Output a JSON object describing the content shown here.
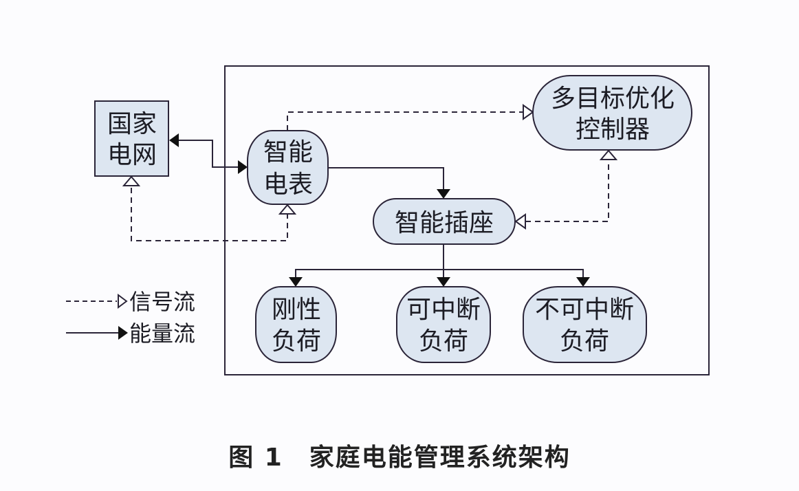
{
  "colors": {
    "node_fill": "#dde6f1",
    "stroke": "#2a2438",
    "background": "#fcfcfe"
  },
  "nodes": {
    "state_grid": {
      "lines": [
        "国家",
        "电网"
      ]
    },
    "smart_meter": {
      "lines": [
        "智能",
        "电表"
      ]
    },
    "controller": {
      "lines": [
        "多目标优化",
        "控制器"
      ]
    },
    "smart_socket": {
      "lines": [
        "智能插座"
      ]
    },
    "rigid_load": {
      "lines": [
        "刚性",
        "负荷"
      ]
    },
    "interruptible_load": {
      "lines": [
        "可中断",
        "负荷"
      ]
    },
    "non_interruptible_load": {
      "lines": [
        "不可中断",
        "负荷"
      ]
    }
  },
  "legend": {
    "signal_flow": "信号流",
    "energy_flow": "能量流"
  },
  "caption": {
    "figure_number": "图 1",
    "title": "家庭电能管理系统架构"
  },
  "edges": [
    {
      "from": "smart_meter",
      "to": "state_grid",
      "type": "energy",
      "bidirectional": true
    },
    {
      "from": "smart_meter",
      "to": "controller",
      "type": "signal"
    },
    {
      "from": "smart_meter",
      "to": "state_grid",
      "type": "signal"
    },
    {
      "from": "smart_meter",
      "to": "smart_socket",
      "type": "energy"
    },
    {
      "from": "smart_socket",
      "to": "controller",
      "type": "signal",
      "bidirectional": true
    },
    {
      "from": "smart_socket",
      "to": "rigid_load",
      "type": "energy"
    },
    {
      "from": "smart_socket",
      "to": "interruptible_load",
      "type": "energy"
    },
    {
      "from": "smart_socket",
      "to": "non_interruptible_load",
      "type": "energy"
    }
  ]
}
